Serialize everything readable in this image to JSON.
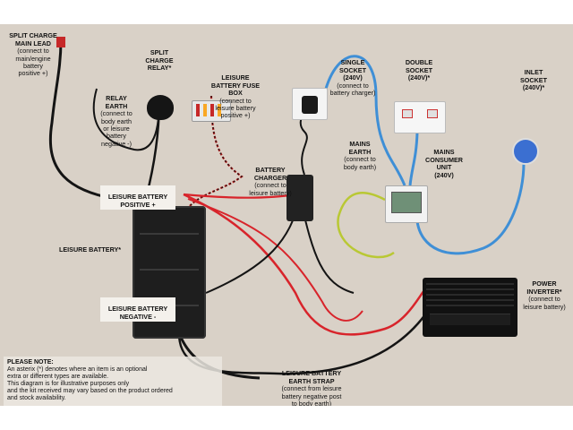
{
  "diagram": {
    "labels": {
      "split_charge_main_lead": {
        "title": "SPLIT CHARGE\nMAIN LEAD",
        "sub": "(connect to\nmain/engine\nbattery\npositive +)"
      },
      "split_charge_relay": {
        "title": "SPLIT\nCHARGE\nRELAY*"
      },
      "leisure_battery_fuse_box": {
        "title": "LEISURE\nBATTERY FUSE\nBOX",
        "sub": "(connect to\nleisure battery\npositive +)"
      },
      "relay_earth": {
        "title": "RELAY\nEARTH",
        "sub": "(connect to\nbody earth\nor leisure\nbattery\nnegative -)"
      },
      "single_socket": {
        "title": "SINGLE\nSOCKET\n(240V)",
        "sub": "(connect to\nbattery charger)"
      },
      "double_socket": {
        "title": "DOUBLE\nSOCKET\n(240V)*"
      },
      "inlet_socket": {
        "title": "INLET\nSOCKET\n(240V)*"
      },
      "mains_earth": {
        "title": "MAINS\nEARTH",
        "sub": "(connect to\nbody earth)"
      },
      "mains_consumer_unit": {
        "title": "MAINS\nCONSUMER\nUNIT\n(240V)"
      },
      "battery_charger": {
        "title": "BATTERY\nCHARGER",
        "sub": "(connect to\nleisure battery)"
      },
      "leisure_battery_positive": {
        "title": "LEISURE BATTERY\nPOSITIVE +"
      },
      "leisure_battery": {
        "title": "LEISURE BATTERY*"
      },
      "leisure_battery_negative": {
        "title": "LEISURE BATTERY\nNEGATIVE -"
      },
      "power_inverter": {
        "title": "POWER\nINVERTER*",
        "sub": "(connect to\nleisure battery)"
      },
      "leisure_battery_earth_strap": {
        "title": "LEISURE BATTERY\nEARTH STRAP",
        "sub": "(connect from leisure\nbattery negative post\nto body earth)"
      }
    },
    "note": {
      "heading": "PLEASE NOTE:",
      "lines": [
        "An asterix (*) denotes where an item is an optional",
        "extra or different types are available.",
        "This diagram is for illustrative purposes only",
        "and the kit received may vary based on the product ordered",
        "and stock availability."
      ]
    },
    "colors": {
      "background": "#d9d1c7",
      "live_red_wire": "#d8242b",
      "black_wire": "#141414",
      "mains_blue_cable": "#3f8fd6",
      "earth_green_yellow": "#b9c834"
    }
  }
}
